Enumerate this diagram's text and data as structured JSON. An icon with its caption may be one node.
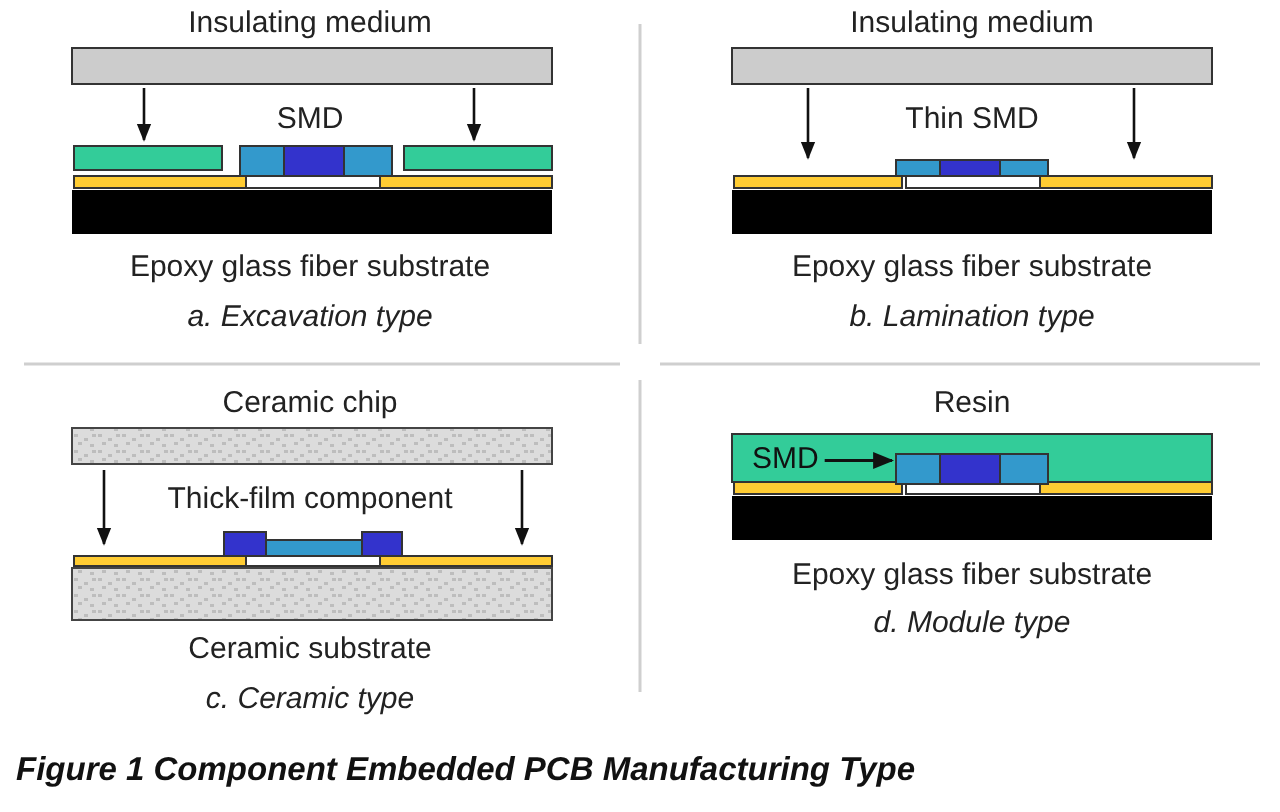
{
  "diagram": {
    "caption": "Figure 1 Component Embedded PCB Manufacturing Type",
    "nodes": [
      {
        "text": [
          "SMD"
        ]
      },
      {
        "text": [],
        "shape": "box"
      }
    ],
    "edges": [
      {
        "from": 0,
        "to": 1,
        "arrow": "to"
      }
    ],
    "labels": [
      "Insulating medium",
      "SMD",
      "Epoxy glass fiber substrate",
      "a. Excavation type",
      "Insulating medium",
      "Thin SMD",
      "Epoxy glass fiber substrate",
      "b. Lamination type",
      "Ceramic chip",
      "Thick-film component",
      "Ceramic substrate",
      "c. Ceramic type",
      "Resin",
      "Epoxy glass fiber substrate",
      "d. Module type"
    ]
  }
}
